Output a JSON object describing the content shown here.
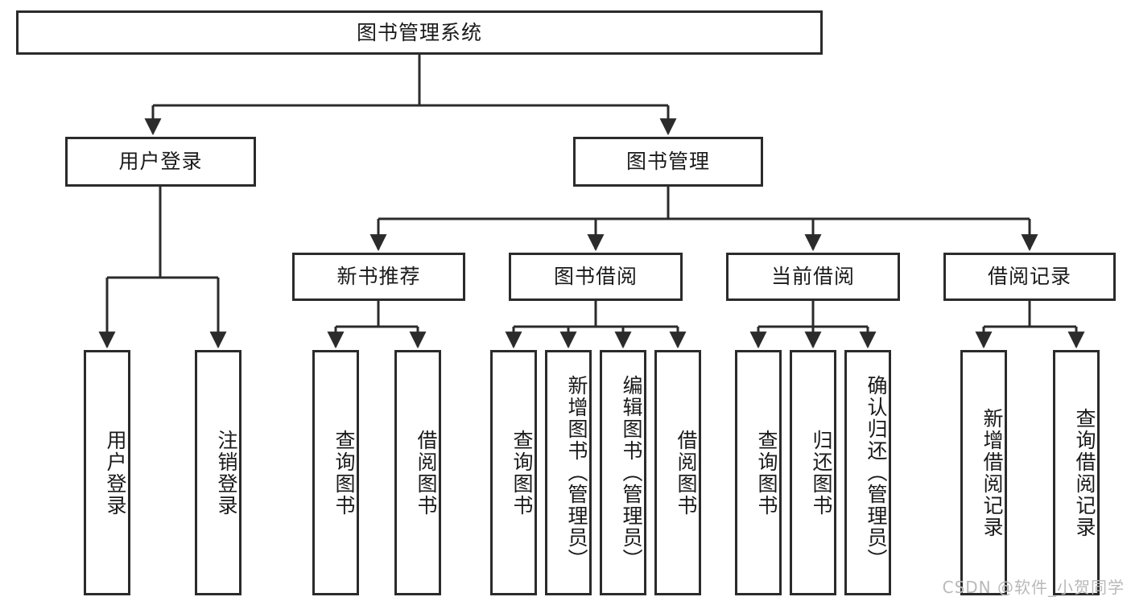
{
  "diagram": {
    "type": "tree-hierarchy",
    "title": "图书管理系统",
    "stroke_color": "#2b2b2b",
    "fill_color": "#ffffff",
    "text_color": "#1a1a1a",
    "levels": 4,
    "root": {
      "label": "图书管理系统"
    },
    "level2": [
      {
        "label": "用户登录"
      },
      {
        "label": "图书管理"
      }
    ],
    "level3": [
      {
        "label": "新书推荐"
      },
      {
        "label": "图书借阅"
      },
      {
        "label": "当前借阅"
      },
      {
        "label": "借阅记录"
      }
    ],
    "leaves": {
      "user_login": [
        {
          "label": "用户登录"
        },
        {
          "label": "注销登录"
        }
      ],
      "new_book": [
        {
          "label": "查询图书"
        },
        {
          "label": "借阅图书"
        }
      ],
      "borrow_book": [
        {
          "label": "查询图书"
        },
        {
          "label": "新增图书（管理员）"
        },
        {
          "label": "编辑图书（管理员）"
        },
        {
          "label": "借阅图书"
        }
      ],
      "current_borrow": [
        {
          "label": "查询图书"
        },
        {
          "label": "归还图书"
        },
        {
          "label": "确认归还（管理员）"
        }
      ],
      "borrow_record": [
        {
          "label": "新增借阅记录"
        },
        {
          "label": "查询借阅记录"
        }
      ]
    }
  },
  "watermark": {
    "text": "CSDN @软件_小贺同学"
  }
}
